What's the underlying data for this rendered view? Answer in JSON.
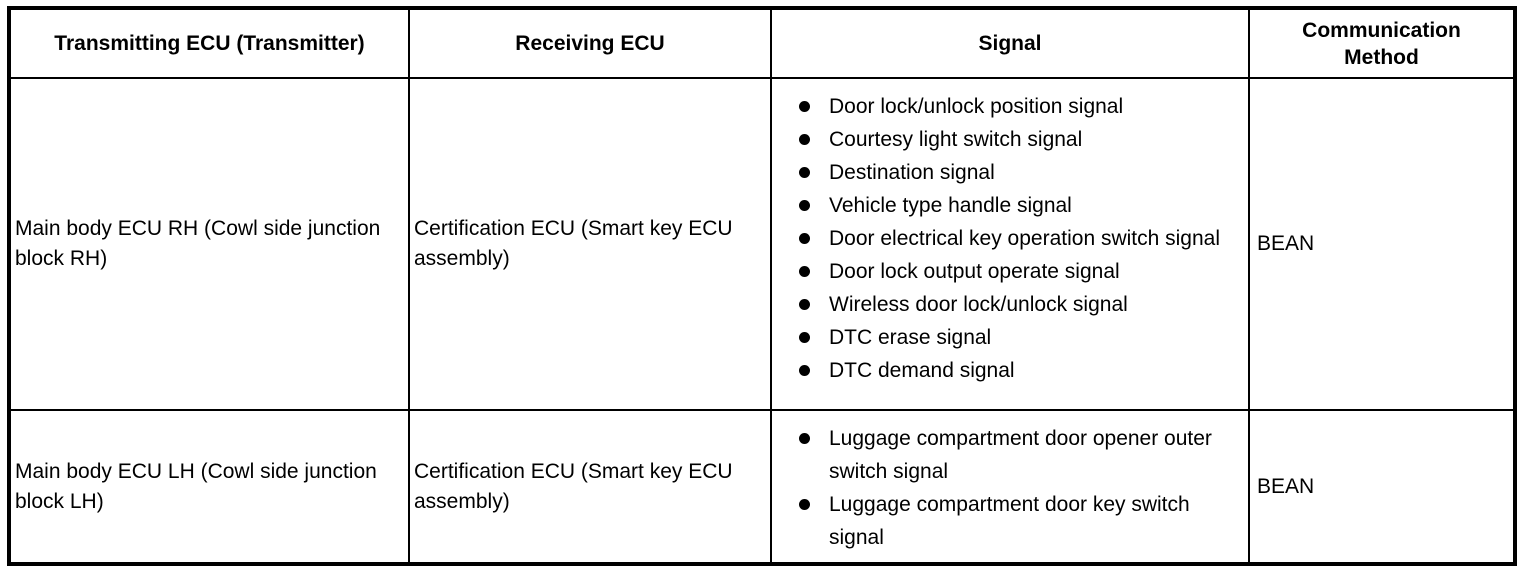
{
  "colors": {
    "border": "#000000",
    "text": "#000000",
    "background": "#ffffff"
  },
  "table": {
    "columns": [
      "Transmitting ECU (Transmitter)",
      "Receiving ECU",
      "Signal",
      "Communication Method"
    ],
    "rows": [
      {
        "transmitting_ecu": "Main body ECU RH (Cowl side junction block RH)",
        "receiving_ecu": "Certification ECU (Smart key ECU assembly)",
        "signals": [
          "Door lock/unlock position signal",
          "Courtesy light switch signal",
          "Destination signal",
          "Vehicle type handle signal",
          "Door electrical key operation switch signal",
          "Door lock output operate signal",
          "Wireless door lock/unlock signal",
          "DTC erase signal",
          "DTC demand signal"
        ],
        "communication_method": "BEAN"
      },
      {
        "transmitting_ecu": "Main body ECU LH (Cowl side junction block LH)",
        "receiving_ecu": "Certification ECU (Smart key ECU assembly)",
        "signals": [
          "Luggage compartment door opener outer switch signal",
          "Luggage compartment door key switch signal"
        ],
        "communication_method": "BEAN"
      }
    ]
  }
}
